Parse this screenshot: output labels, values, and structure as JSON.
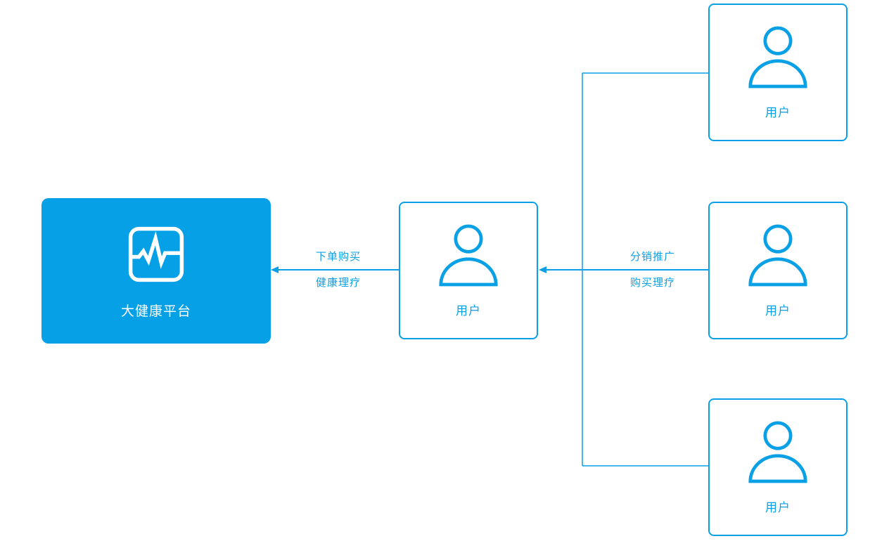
{
  "colors": {
    "accent": "#0aa0e6",
    "platform_fill": "#06a0e7",
    "background": "#ffffff",
    "white": "#ffffff"
  },
  "diagram": {
    "type": "flow-diagram",
    "nodes": {
      "platform": {
        "label": "大健康平台",
        "icon": "pulse-monitor-icon",
        "shape": "filled-rounded-rect"
      },
      "user_middle": {
        "label": "用户",
        "icon": "user-icon",
        "shape": "outlined-rounded-rect"
      },
      "user_top_right": {
        "label": "用户",
        "icon": "user-icon",
        "shape": "outlined-rounded-rect"
      },
      "user_middle_right": {
        "label": "用户",
        "icon": "user-icon",
        "shape": "outlined-rounded-rect"
      },
      "user_bottom_right": {
        "label": "用户",
        "icon": "user-icon",
        "shape": "outlined-rounded-rect"
      }
    },
    "edges": {
      "order_purchase": {
        "from": "user_middle",
        "to": "platform",
        "direction": "left-arrow",
        "label_top": "下单购买",
        "label_bottom": "健康理疗"
      },
      "distribution_promo": {
        "from": "right_user_group",
        "to": "user_middle",
        "direction": "left-arrow",
        "label_top": "分销推广",
        "label_bottom": "购买理疗"
      }
    }
  }
}
